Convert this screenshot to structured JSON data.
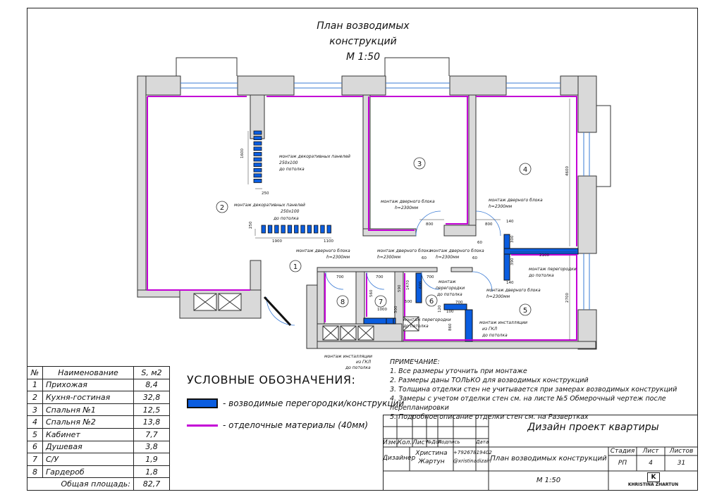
{
  "title": {
    "line1": "План возводимых конструкций",
    "line2": "М 1:50"
  },
  "rooms_table": {
    "headers": [
      "№",
      "Наименование",
      "S, м2"
    ],
    "rows": [
      {
        "num": "1",
        "name": "Прихожая",
        "area": "8,4"
      },
      {
        "num": "2",
        "name": "Кухня-гостиная",
        "area": "32,8"
      },
      {
        "num": "3",
        "name": "Спальня №1",
        "area": "12,5"
      },
      {
        "num": "4",
        "name": "Спальня №2",
        "area": "13,8"
      },
      {
        "num": "5",
        "name": "Кабинет",
        "area": "7,7"
      },
      {
        "num": "6",
        "name": "Душевая",
        "area": "3,8"
      },
      {
        "num": "7",
        "name": "С/У",
        "area": "1,9"
      },
      {
        "num": "8",
        "name": "Гардероб",
        "area": "1,8"
      }
    ],
    "total_label": "Общая площадь:",
    "total_value": "82,7"
  },
  "legend": {
    "title": "УСЛОВНЫЕ ОБОЗНАЧЕНИЯ:",
    "item1": "- возводимые перегородки/конструкции",
    "item2": "- отделочные материалы (40мм)",
    "colors": {
      "partition": "#0a5de0",
      "finish": "#c400d6"
    }
  },
  "notes": {
    "title": "ПРИМЕЧАНИЕ:",
    "items": [
      "1. Все размеры уточнить при монтаже",
      "2. Размеры даны ТОЛЬКО для возводимых конструкций",
      "3. Толщина отделки стен не учитывается при замерах возводимых конструкций",
      "4. Замеры с учетом отделки стен см. на листе №5 Обмерочный чертеж после перепланировки",
      "5. Подробное описание отделки стен см. на Развертках"
    ]
  },
  "stamp": {
    "project": "Дизайн проект квартиры",
    "sheet_title": "План возводимых конструкций",
    "scale": "М 1:50",
    "col_headers": [
      "Изм.",
      "Кол.",
      "Лист",
      "№Док.",
      "Подпись",
      "Дата"
    ],
    "role": "Дизайнер",
    "name1": "Христина",
    "name2": "Жартун",
    "phone": "+79267819402",
    "handle": "@xristinadizain",
    "stage_label": "Стадия",
    "stage": "РП",
    "sheet_label": "Лист",
    "sheet": "4",
    "sheets_label": "Листов",
    "sheets": "31",
    "logo_mark": "K",
    "logo_text": "KHRISTINA ZHARTUN"
  },
  "plan": {
    "room_numbers": [
      "1",
      "2",
      "3",
      "4",
      "5",
      "6",
      "7",
      "8"
    ],
    "annotations": {
      "panels_vertical": [
        "монтаж декоративных панелей",
        "250х100",
        "до потолка"
      ],
      "panels_horizontal": [
        "монтаж декоративных панелей",
        "250х100",
        "до потолка"
      ],
      "door_3": [
        "монтаж дверного блока",
        "h=2300мм"
      ],
      "door_4": [
        "монтаж дверного блока",
        "h=2300мм"
      ],
      "door_1": [
        "монтаж дверного блока",
        "h=2300мм"
      ],
      "door_7": [
        "монтаж дверного блока",
        "h=2300мм"
      ],
      "door_6": [
        "монтаж дверного блока",
        "h=2300мм"
      ],
      "door_5": [
        "монтаж дверного блока",
        "h=2300мм"
      ],
      "partition_5": [
        "монтаж перегородки",
        "до потолка"
      ],
      "partition_6a": [
        "монтаж",
        "перегородки",
        "до потолка"
      ],
      "partition_6b": [
        "монтаж перегородки",
        "до потолка"
      ],
      "install_gkl_1": [
        "монтаж инсталляции",
        "из ГКЛ",
        "до потолка"
      ],
      "install_gkl_2": [
        "монтаж инсталляции",
        "из ГКЛ",
        "до потолка"
      ]
    },
    "dims": {
      "d1600": "1600",
      "d250a": "250",
      "d250b": "250",
      "d1900": "1900",
      "d1100": "1100",
      "d800a": "800",
      "d800b": "800",
      "d60a": "60",
      "d60b": "60",
      "d60c": "60",
      "d140a": "140",
      "d140b": "140",
      "d2100": "2100",
      "d4600": "4600",
      "d2700": "2700",
      "d700a": "700",
      "d700b": "700",
      "d700c": "700",
      "d700d": "700",
      "d500": "500",
      "d560": "560",
      "d1000": "1000",
      "d600": "600",
      "d120": "120",
      "d100": "100",
      "d860": "860",
      "d300a": "300",
      "d300b": "300",
      "d390": "390",
      "d590": "590",
      "d1470": "1470"
    }
  }
}
